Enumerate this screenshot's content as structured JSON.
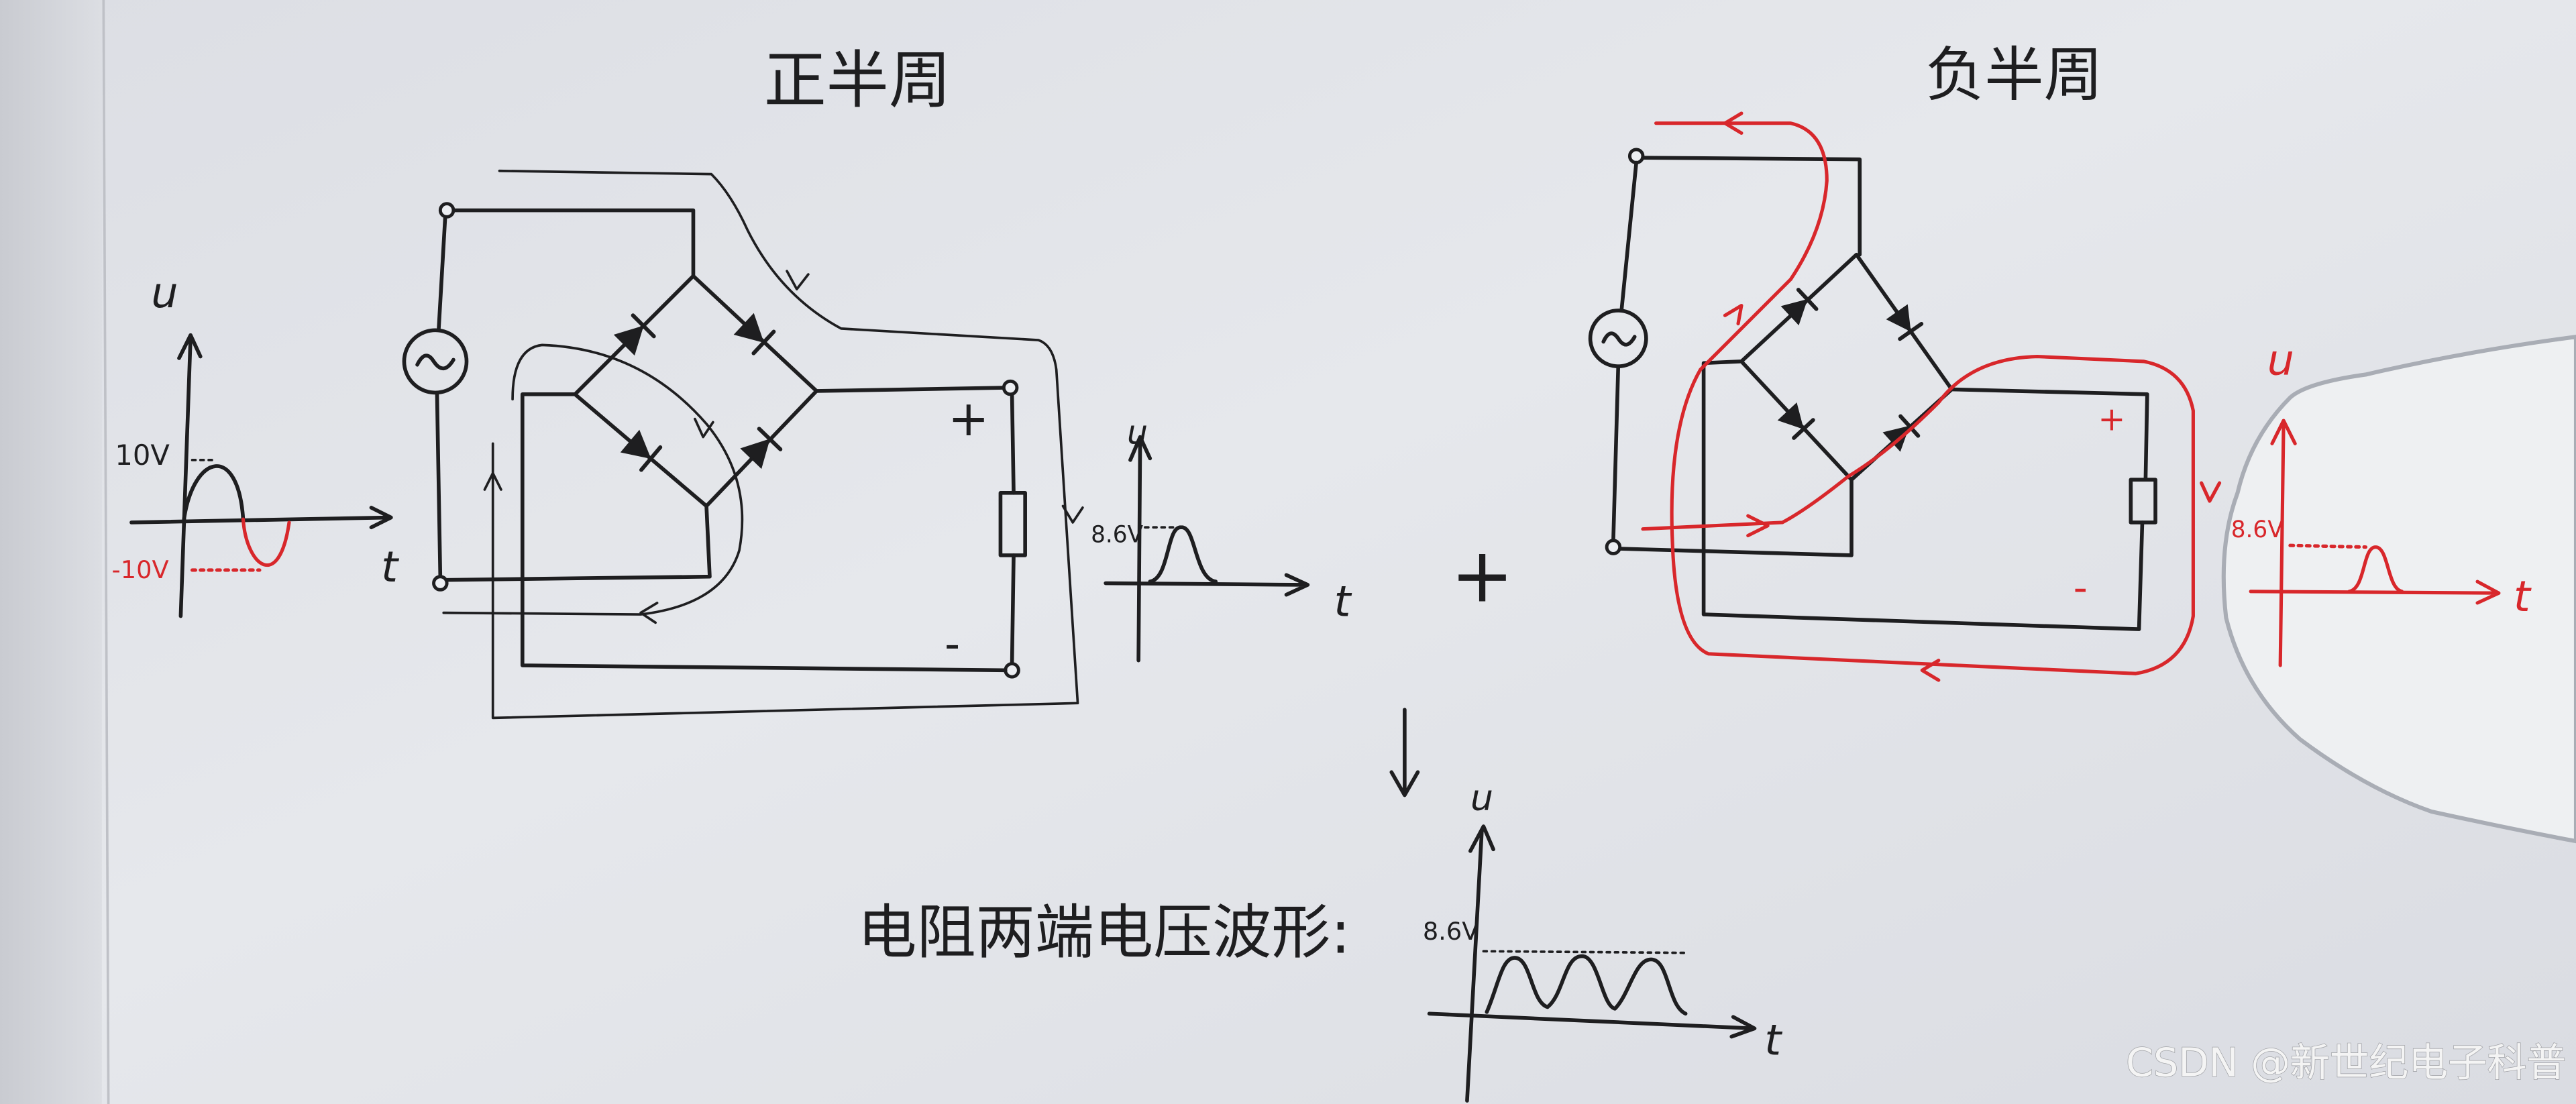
{
  "colors": {
    "paper": "#e4e6eb",
    "ink": "#1e1e20",
    "red": "#d8272b",
    "watermark": "#f4f4f4"
  },
  "positive_half_cycle": {
    "title": "正半周",
    "input_waveform": {
      "u_label": "u",
      "t_label": "t",
      "peak_label": "10V",
      "negative_peak_label": "-10V"
    },
    "circuit": {
      "plus": "+",
      "minus": "-"
    },
    "output_waveform": {
      "u_label": "u",
      "t_label": "t",
      "peak_label": "8.6V"
    }
  },
  "plus_sign": "+",
  "negative_half_cycle": {
    "title": "负半周",
    "circuit": {
      "plus": "+",
      "minus": "-"
    },
    "output_waveform": {
      "u_label": "u",
      "t_label": "t",
      "peak_label": "8.6V"
    }
  },
  "result": {
    "caption": "电阻两端电压波形:",
    "waveform": {
      "u_label": "u",
      "t_label": "t",
      "peak_label": "8.6V"
    }
  },
  "icons": {
    "ac_source": "ac-source-icon",
    "diode": "diode-icon",
    "resistor": "resistor-icon",
    "down_arrow": "down-arrow-icon"
  },
  "watermark": "CSDN @新世纪电子科普"
}
